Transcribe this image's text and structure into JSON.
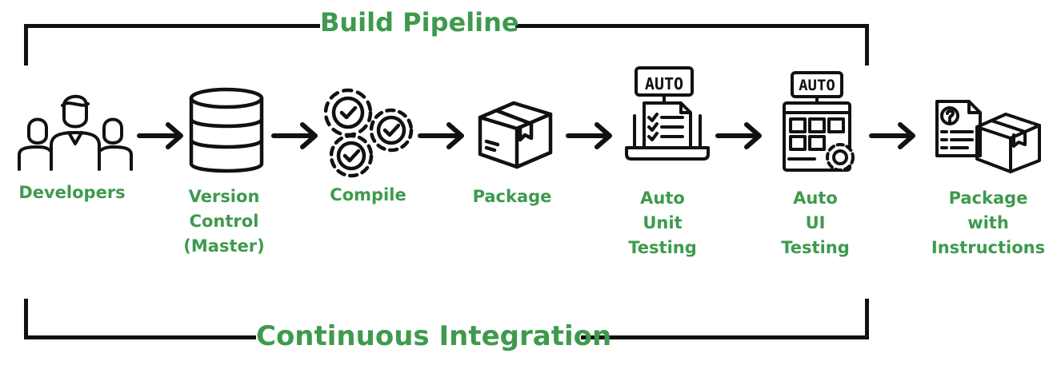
{
  "frame": {
    "top_label": "Build Pipeline",
    "bottom_label": "Continuous Integration"
  },
  "steps": [
    {
      "label": "Developers",
      "icon": "developers-icon"
    },
    {
      "label": "Version\nControl\n(Master)",
      "icon": "database-icon"
    },
    {
      "label": "Compile",
      "icon": "gears-icon"
    },
    {
      "label": "Package",
      "icon": "package-icon"
    },
    {
      "label": "Auto\nUnit\nTesting",
      "icon": "auto-unit-testing-icon",
      "badge": "AUTO"
    },
    {
      "label": "Auto\nUI\nTesting",
      "icon": "auto-ui-testing-icon",
      "badge": "AUTO"
    },
    {
      "label": "Package\nwith\nInstructions",
      "icon": "package-instructions-icon"
    }
  ],
  "colors": {
    "accent": "#3e9a4d",
    "ink": "#111111"
  }
}
